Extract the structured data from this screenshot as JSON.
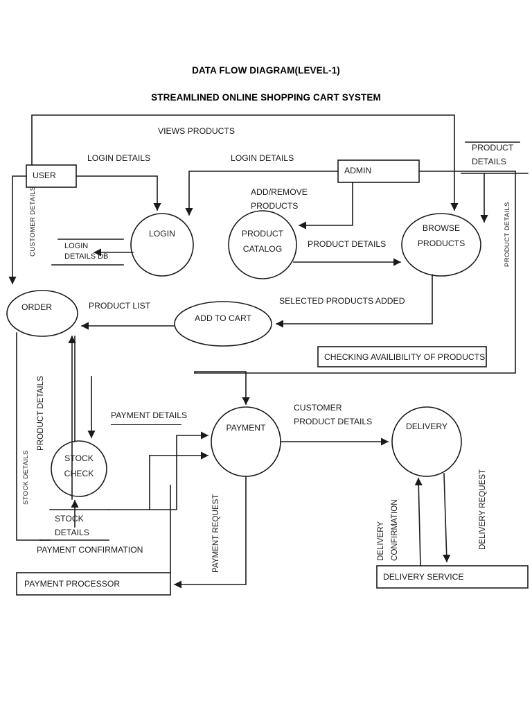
{
  "title": {
    "line1": "DATA FLOW DIAGRAM(LEVEL-1)",
    "line2": "STREAMLINED ONLINE SHOPPING CART SYSTEM"
  },
  "entities": [
    {
      "id": "user",
      "label": "USER",
      "shape": "rectangle"
    },
    {
      "id": "admin",
      "label": "ADMIN",
      "shape": "rectangle"
    },
    {
      "id": "payment-processor",
      "label": "PAYMENT PROCESSOR",
      "shape": "rectangle"
    },
    {
      "id": "delivery-service",
      "label": "DELIVERY SERVICE",
      "shape": "rectangle"
    },
    {
      "id": "checking-availability",
      "label": "CHECKING AVAILIBILITY OF PRODUCTS",
      "shape": "rectangle"
    }
  ],
  "processes": [
    {
      "id": "login",
      "label_line1": "LOGIN",
      "label_line2": "",
      "shape": "circle"
    },
    {
      "id": "product-catalog",
      "label_line1": "PRODUCT",
      "label_line2": "CATALOG",
      "shape": "circle"
    },
    {
      "id": "browse-products",
      "label_line1": "BROWSE",
      "label_line2": "PRODUCTS",
      "shape": "ellipse"
    },
    {
      "id": "order",
      "label_line1": "ORDER",
      "label_line2": "",
      "shape": "ellipse"
    },
    {
      "id": "add-to-cart",
      "label_line1": "ADD TO CART",
      "label_line2": "",
      "shape": "ellipse"
    },
    {
      "id": "stock-check",
      "label_line1": "STOCK",
      "label_line2": "CHECK",
      "shape": "circle"
    },
    {
      "id": "payment",
      "label_line1": "PAYMENT",
      "label_line2": "",
      "shape": "circle"
    },
    {
      "id": "delivery",
      "label_line1": "DELIVERY",
      "label_line2": "",
      "shape": "circle"
    }
  ],
  "datastores": [
    {
      "id": "login-details-db",
      "label_line1": "LOGIN",
      "label_line2": "DETAILS DB"
    },
    {
      "id": "product-details-store",
      "label_line1": "PRODUCT",
      "label_line2": "DETAILS"
    },
    {
      "id": "stock-details-store",
      "label_line1": "STOCK",
      "label_line2": "DETAILS"
    }
  ],
  "flows": [
    {
      "id": "views-products",
      "label": "VIEWS PRODUCTS",
      "orientation": "horizontal"
    },
    {
      "id": "login-details-user",
      "label": "LOGIN DETAILS",
      "orientation": "horizontal"
    },
    {
      "id": "login-details-admin",
      "label": "LOGIN DETAILS",
      "orientation": "horizontal"
    },
    {
      "id": "add-remove-products",
      "label_line1": "ADD/REMOVE",
      "label_line2": "PRODUCTS",
      "orientation": "horizontal"
    },
    {
      "id": "product-details-catalog",
      "label": "PRODUCT DETAILS",
      "orientation": "horizontal"
    },
    {
      "id": "selected-products-added",
      "label": "SELECTED PRODUCTS ADDED",
      "orientation": "horizontal"
    },
    {
      "id": "product-list",
      "label": "PRODUCT LIST",
      "orientation": "horizontal"
    },
    {
      "id": "customer-details",
      "label": "CUSTOMER DETAILS",
      "orientation": "vertical"
    },
    {
      "id": "product-details-left",
      "label": "PRODUCT DETAILS",
      "orientation": "vertical"
    },
    {
      "id": "product-details-right",
      "label": "PRODUCT DETAILS",
      "orientation": "vertical"
    },
    {
      "id": "stock-details-flow",
      "label": "STOCK DETAILS",
      "orientation": "vertical"
    },
    {
      "id": "payment-details",
      "label": "PAYMENT DETAILS",
      "orientation": "horizontal"
    },
    {
      "id": "payment-confirmation",
      "label": "PAYMENT  CONFIRMATION",
      "orientation": "horizontal"
    },
    {
      "id": "payment-request",
      "label": "PAYMENT REQUEST",
      "orientation": "vertical"
    },
    {
      "id": "customer-product-details",
      "label_line1": "CUSTOMER",
      "label_line2": "PRODUCT DETAILS",
      "orientation": "horizontal"
    },
    {
      "id": "delivery-confirmation",
      "label_line1": "DELIVERY",
      "label_line2": "CONFIRMATION",
      "orientation": "vertical"
    },
    {
      "id": "delivery-request",
      "label": "DELIVERY REQUEST",
      "orientation": "vertical"
    }
  ],
  "colors": {
    "stroke": "#1a1a1a",
    "text": "#111111",
    "background": "#ffffff"
  }
}
